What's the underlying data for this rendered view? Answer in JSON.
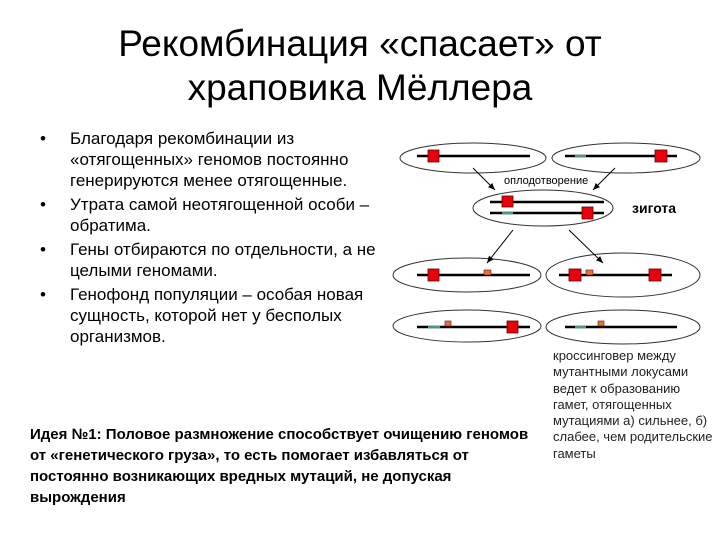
{
  "slide": {
    "title_line1": "Рекомбинация «спасает» от",
    "title_line2": "храповика Мёллера",
    "bullets": [
      {
        "marker": "•",
        "text": "Благодаря рекомбинации из «отягощенных» геномов постоянно генерируются менее отягощенные."
      },
      {
        "marker": "•",
        "text": "Утрата самой неотягощенной особи – обратима."
      },
      {
        "marker": "•",
        "text": "Гены отбираются по отдельности, а не целыми геномами."
      },
      {
        "marker": "•",
        "text": "Генофонд популяции – особая новая сущность, которой нет у бесполых организмов."
      }
    ],
    "idea": "Идея №1: Половое размножение способствует очищению геномов от «генетического груза», то есть помогает избавляться от постоянно возникающих вредных мутаций, не допуская вырождения",
    "diagram": {
      "fertilization_label": "оплодотворение",
      "zygote_label": "зигота",
      "note": "кроссинговер между мутантными локусами ведет к образованию гамет, отягощенных мутациями а) сильнее, б) слабее, чем родительские гаметы",
      "colors": {
        "mutation": "#e8000b",
        "small_mutation": "#e07830",
        "marker": "#4a9a80"
      }
    }
  }
}
